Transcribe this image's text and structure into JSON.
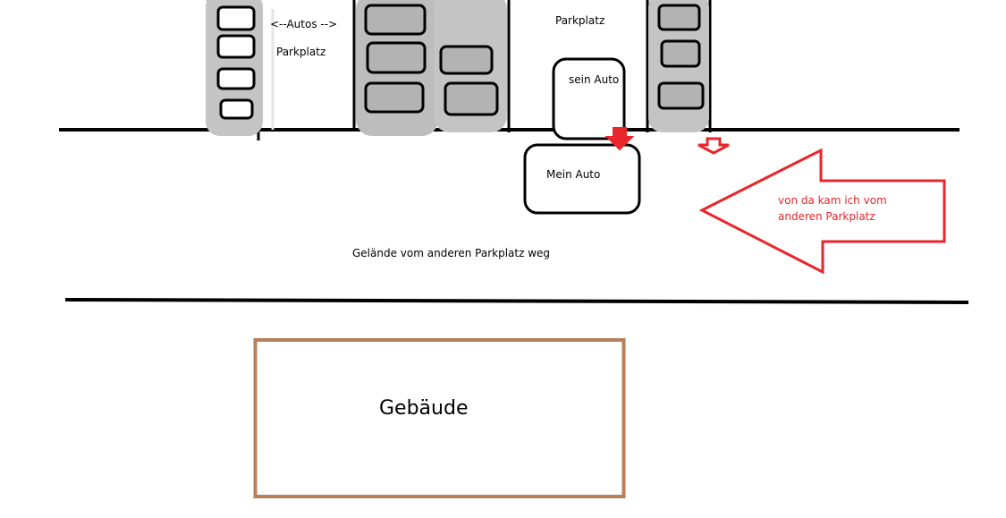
{
  "labels": {
    "autos": "<--Autos -->",
    "parkplatz_left": "Parkplatz",
    "parkplatz_top": "Parkplatz",
    "sein_auto": "sein Auto",
    "mein_auto": "Mein Auto",
    "von_da": "von da kam ich vom anderen Parkplatz",
    "gelaende": "Gelände vom anderen Parkplatz weg",
    "gebaeude": "Gebäude"
  },
  "colors": {
    "line": "#000000",
    "parked_car": "#bdbdbd",
    "window": "#b3b3b3",
    "arrow_red": "#e8262b",
    "building": "#b5805a"
  }
}
